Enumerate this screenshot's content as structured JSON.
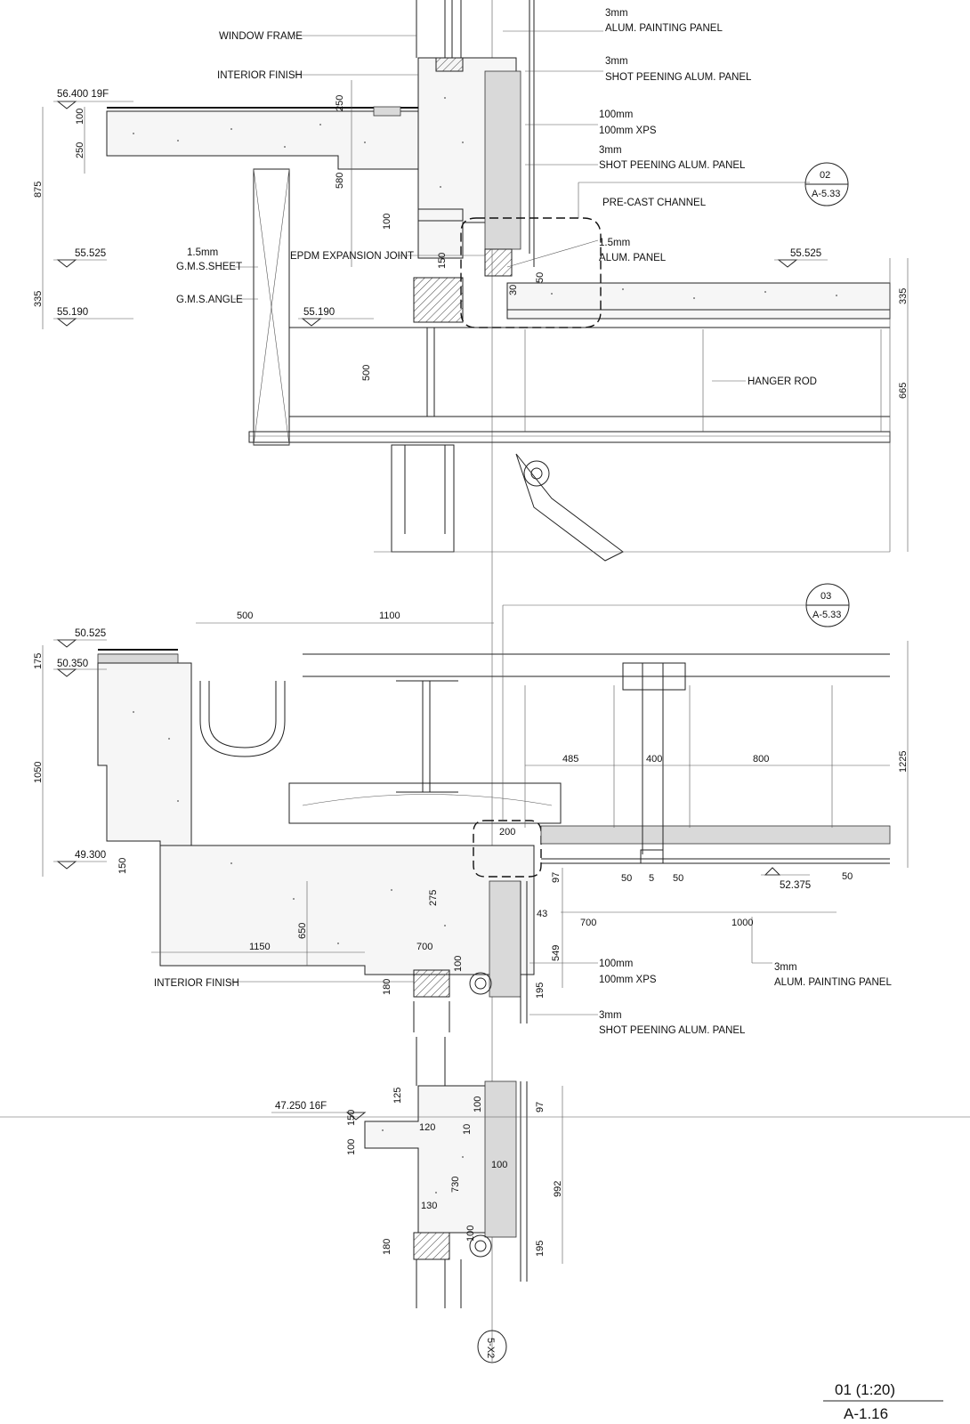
{
  "notes": {
    "alum_painting_panel_top": [
      "3mm",
      "ALUM. PAINTING PANEL"
    ],
    "shot_peening_top": [
      "3mm",
      "SHOT PEENING ALUM. PANEL"
    ],
    "xps_top": [
      "100mm",
      "100mm XPS"
    ],
    "shot_peening_mid": [
      "3mm",
      "SHOT PEENING ALUM. PANEL"
    ],
    "precast_channel": "PRE-CAST CHANNEL",
    "alum_panel": [
      "1.5mm",
      "ALUM. PANEL"
    ],
    "window_frame": "WINDOW FRAME",
    "interior_finish_top": "INTERIOR FINISH",
    "gms_sheet": [
      "1.5mm",
      "G.M.S.SHEET"
    ],
    "gms_angle": "G.M.S.ANGLE",
    "epdm": "EPDM EXPANSION JOINT",
    "hanger_rod": "HANGER  ROD",
    "interior_finish_bottom": "INTERIOR FINISH",
    "xps_bottom": [
      "100mm",
      "100mm XPS"
    ],
    "alum_painting_panel_bottom": [
      "3mm",
      "ALUM. PAINTING PANEL"
    ],
    "shot_peening_bottom": [
      "3mm",
      "SHOT PEENING ALUM. PANEL"
    ]
  },
  "levels": {
    "l56400": "56.400 19F",
    "l55525_left": "55.525",
    "l55525_right": "55.525",
    "l55190_left": "55.190",
    "l55190_mid": "55.190",
    "l50525": "50.525",
    "l50350": "50.350",
    "l49300": "49.300",
    "l52375": "52.375",
    "l47250": "47.250 16F"
  },
  "dims": {
    "d875": "875",
    "d100a": "100",
    "d250a": "250",
    "d335a": "335",
    "d250b": "250",
    "d580": "580",
    "d100b": "100",
    "d150a": "150",
    "d50a": "50",
    "d30": "30",
    "d500a": "500",
    "d335b": "335",
    "d665": "665",
    "d500b": "500",
    "d1100": "1100",
    "d175": "175",
    "d1050": "1050",
    "d150b": "150",
    "d485": "485",
    "d400": "400",
    "d800": "800",
    "d1225": "1225",
    "d200": "200",
    "d275": "275",
    "d97a": "97",
    "d43": "43",
    "d50b": "50",
    "d5": "5",
    "d50c": "50",
    "d50d": "50",
    "d700a": "700",
    "d1000": "1000",
    "d650": "650",
    "d549": "549",
    "d1150": "1150",
    "d700b": "700",
    "d100c": "100",
    "d180a": "180",
    "d195a": "195",
    "d125": "125",
    "d100d": "100",
    "d97b": "97",
    "d150c": "150",
    "d120": "120",
    "d10": "10",
    "d100e": "100",
    "d730": "730",
    "d100f": "100",
    "d992": "992",
    "d130": "130",
    "d100g": "100",
    "d180b": "180",
    "d195b": "195"
  },
  "callouts": {
    "c02_num": "02",
    "c02_sheet": "A-5.33",
    "c03_num": "03",
    "c03_sheet": "A-5.33"
  },
  "grid": {
    "bubble": "5-X2"
  },
  "title": {
    "number": "01 (1:20)",
    "sheet": "A-1.16"
  }
}
